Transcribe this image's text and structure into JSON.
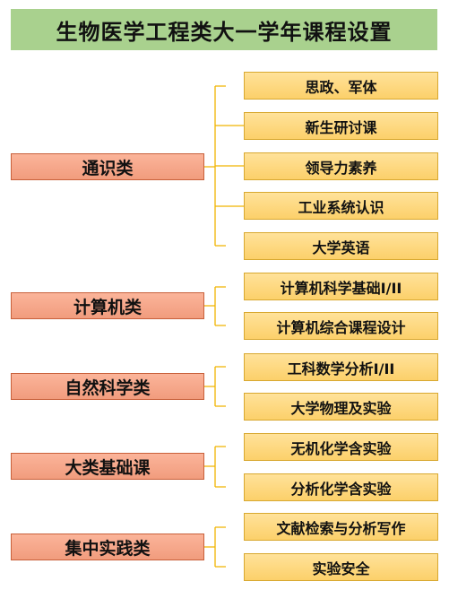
{
  "title": "生物医学工程类大一学年课程设置",
  "groups": [
    {
      "name": "通识类",
      "courses": [
        "思政、军体",
        "新生研讨课",
        "领导力素养",
        "工业系统认识",
        "大学英语"
      ]
    },
    {
      "name": "计算机类",
      "courses": [
        "计算机科学基础I/II",
        "计算机综合课程设计"
      ]
    },
    {
      "name": "自然科学类",
      "courses": [
        "工科数学分析I/II",
        "大学物理及实验"
      ]
    },
    {
      "name": "大类基础课",
      "courses": [
        "无机化学含实验",
        "分析化学含实验"
      ]
    },
    {
      "name": "集中实践类",
      "courses": [
        "文献检索与分析写作",
        "实验安全"
      ]
    }
  ],
  "colors": {
    "title_bg": "#a9d18e",
    "category_bg": "#f4a889",
    "course_bg": "#fdd67a",
    "connector": "#f0b400"
  }
}
